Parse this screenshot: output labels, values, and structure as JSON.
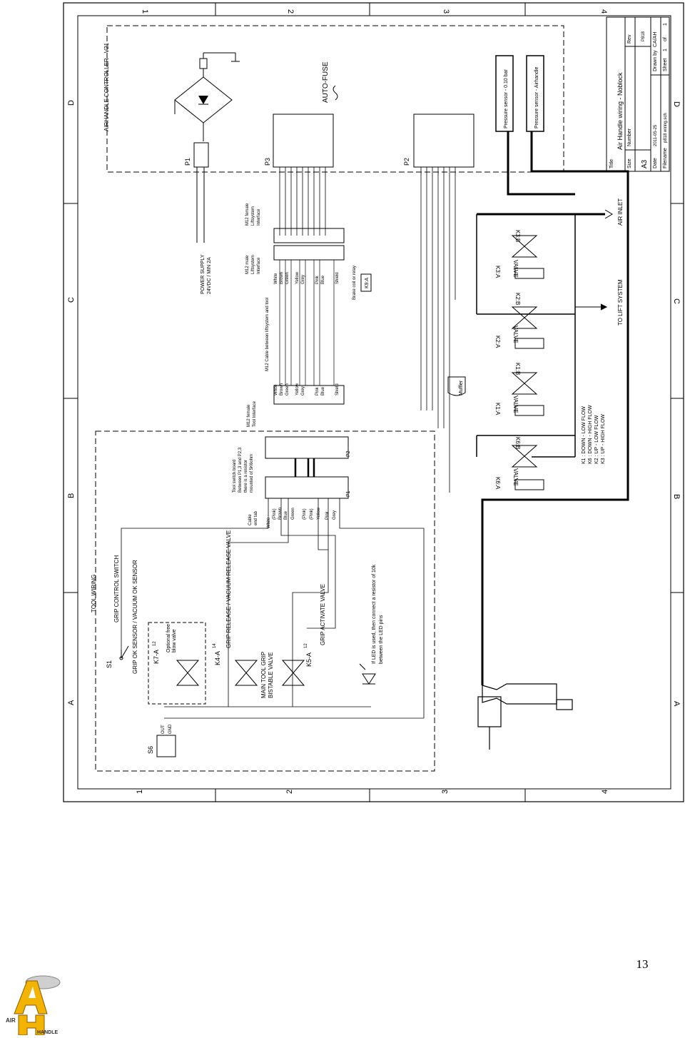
{
  "grid": {
    "columns": [
      "1",
      "2",
      "3",
      "4"
    ],
    "rows": [
      "D",
      "C",
      "B",
      "A"
    ]
  },
  "title_block": {
    "title_label": "Title",
    "title_value": "Air Handle wiring - Noblock",
    "size_label": "Size",
    "size_value": "A3",
    "number_label": "Number",
    "rev_label": "Rev",
    "rev_value": "P818",
    "date_label": "Date",
    "date_value": "2011-05-25",
    "filename_label": "Filename",
    "filename_value": "p818 wiring.sch",
    "drawn_by_label": "Drawn by",
    "drawn_by_value": "CA/AH",
    "sheet_label": "Sheet",
    "sheet_value": "1",
    "of_label": "of",
    "of_value": "1"
  },
  "controller": {
    "title": "AIRHANDLE CONTROLLER - V21",
    "p1": "P1",
    "p2": "P2",
    "p3": "P3",
    "auto_fuse": "AUTO-FUSE",
    "power_supply": "POWER SUPPLY",
    "power_spec": "24VDC / MIN 2A"
  },
  "sensors": {
    "sensor_1": "Pressure sensor - 0.10 bar",
    "sensor_2": "Pressure sensor - Airhandle"
  },
  "connectors": {
    "m12_female_lift": [
      "M12 female",
      "Liftsystem",
      "Interface"
    ],
    "m12_male_lift": [
      "M12 male",
      "Liftsystem",
      "Interface"
    ],
    "m12_cable_label": "M12 Cable between liftsystem and tool",
    "m12_female_tool": [
      "M12 female",
      "Tool Interface"
    ],
    "cable_end_label": [
      "Cable",
      "end tab"
    ],
    "switch_board_note": [
      "Tool switch board",
      "Between P1,3 and P2,3",
      "there is a resistor",
      "mounted of 5K6ohm"
    ],
    "brake_note": "Brake coil or relay",
    "k9a": "K9:A",
    "p1_tool": "P1",
    "p2_tool": "P2"
  },
  "wire_colors": {
    "lift_side": [
      "White",
      "Brown",
      "Green",
      "Yellow",
      "Grey",
      "Pink",
      "Blue",
      "Shield"
    ],
    "cable_side": [
      "White",
      "Brown",
      "Green",
      "Yellow",
      "Grey",
      "Pink",
      "Blue",
      "Shield"
    ],
    "tool_side": [
      "White",
      "(Pink)",
      "Brown",
      "Blue",
      "Green",
      "(Pink)",
      "(Pink)",
      "Yellow",
      "Pink",
      "Grey"
    ]
  },
  "pneumatics": {
    "k3a": "K3:A",
    "k3b": "K3:B",
    "k2a": "K2:A",
    "k2b": "K2:B",
    "k1a": "K1:A",
    "k1b": "K1:B",
    "k6a": "K6:A",
    "k6b": "K6:B",
    "valve": "VALVE",
    "muffler": "Muffler",
    "air_inlet": "AIR INLET",
    "to_lift_system": "TO LIFT SYSTEM",
    "legend": [
      "K1 : DOWN - LOW FLOW",
      "K6 : DOWN - HIGH FLOW",
      "K2 : UP - LOW FLOW",
      "K3 : UP - HIGH FLOW"
    ]
  },
  "tool_wiring": {
    "heading": "TOOL WIRING",
    "grip_control_switch": "GRIP CONTROL SWITCH",
    "grip_ok_sensor": "GRIP OK SENSOR / VACUUM OK SENSOR",
    "grip_release": "GRIP RELEASE / VACUUM RELEASE VALVE",
    "grip_activate": "GRIP ACTIVATE VALVE",
    "main_tool_grip": "MAIN TOOL GRIP",
    "bistable_valve": "BISTABLE VALVE",
    "optional_free_blow": [
      "Optional free",
      "blow valve"
    ],
    "s1": "S1",
    "s6": "S6",
    "k7a": "K7-A",
    "k4a": "K4-A",
    "k5a": "K5-A",
    "led_note": [
      "If LED is used, then connect a resistor of 10k",
      "between the LED pins"
    ],
    "out": "OUT",
    "gnd": "GND",
    "pin_12": "12",
    "pin_14": "14"
  },
  "footer": {
    "page_number": "13",
    "logo_text_air": "AIR",
    "logo_text_handle": "HANDLE"
  }
}
